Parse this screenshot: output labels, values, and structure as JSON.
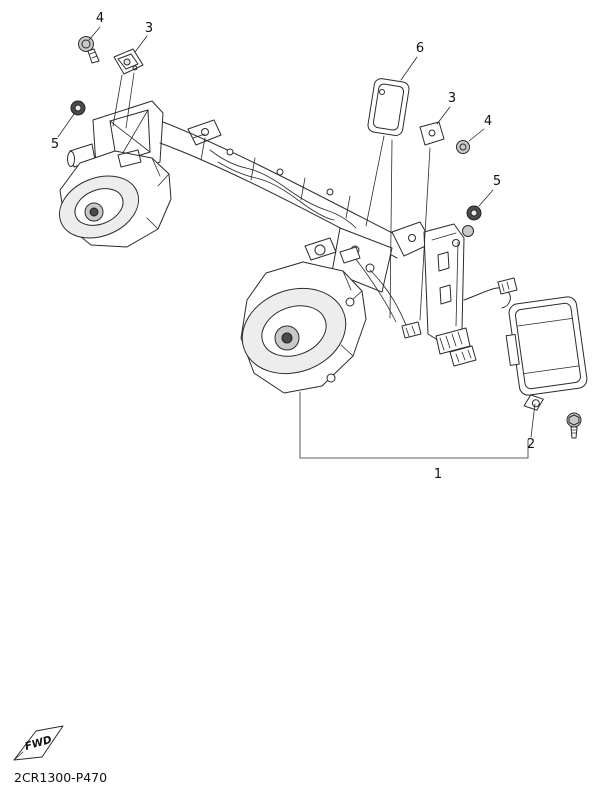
{
  "diagram": {
    "code": "2CR1300-P470",
    "fwd_label": "FWD",
    "callouts": [
      {
        "label": "4"
      },
      {
        "label": "3"
      },
      {
        "label": "6"
      },
      {
        "label": "3"
      },
      {
        "label": "4"
      },
      {
        "label": "5"
      },
      {
        "label": "5"
      },
      {
        "label": "2"
      },
      {
        "label": "1"
      }
    ]
  }
}
